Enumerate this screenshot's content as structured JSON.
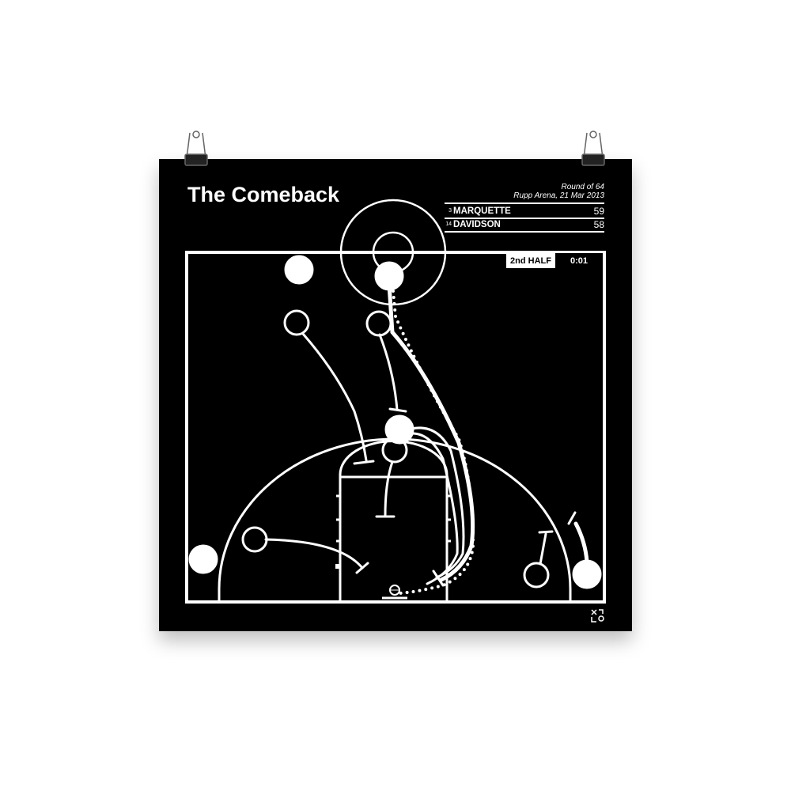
{
  "title": "The Comeback",
  "game": {
    "round": "Round of 64",
    "venue_date": "Rupp Arena, 21 Mar 2013",
    "teams": [
      {
        "seed": "3",
        "name": "MARQUETTE",
        "score": "59"
      },
      {
        "seed": "14",
        "name": "DAVIDSON",
        "score": "58"
      }
    ]
  },
  "clock": {
    "period": "2nd HALF",
    "time": "0:01"
  },
  "colors": {
    "background": "#000000",
    "lines": "#ffffff"
  }
}
